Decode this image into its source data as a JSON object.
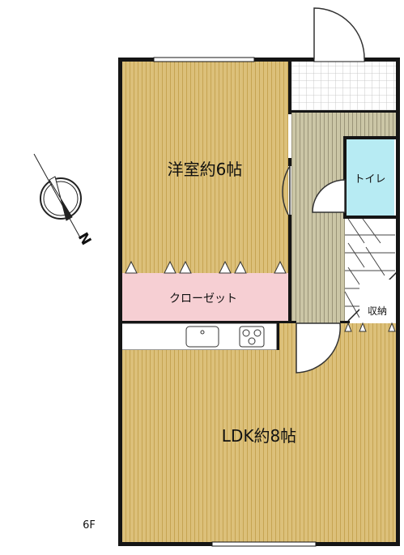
{
  "rooms": {
    "western_room": "洋室約6帖",
    "closet": "クローゼット",
    "toilet": "トイレ",
    "storage": "収納",
    "ldk": "LDK約8帖"
  },
  "floor_label": "6F",
  "compass": {
    "direction": "N"
  },
  "colors": {
    "wood_floor": "#dcc07a",
    "wood_line": "#c8a85a",
    "hall_floor": "#c9c4a4",
    "hall_line": "#9e9a80",
    "closet": "#f6cfd3",
    "toilet": "#b7ebf3",
    "wall": "#151515",
    "kitchen_counter": "#ffffff"
  }
}
